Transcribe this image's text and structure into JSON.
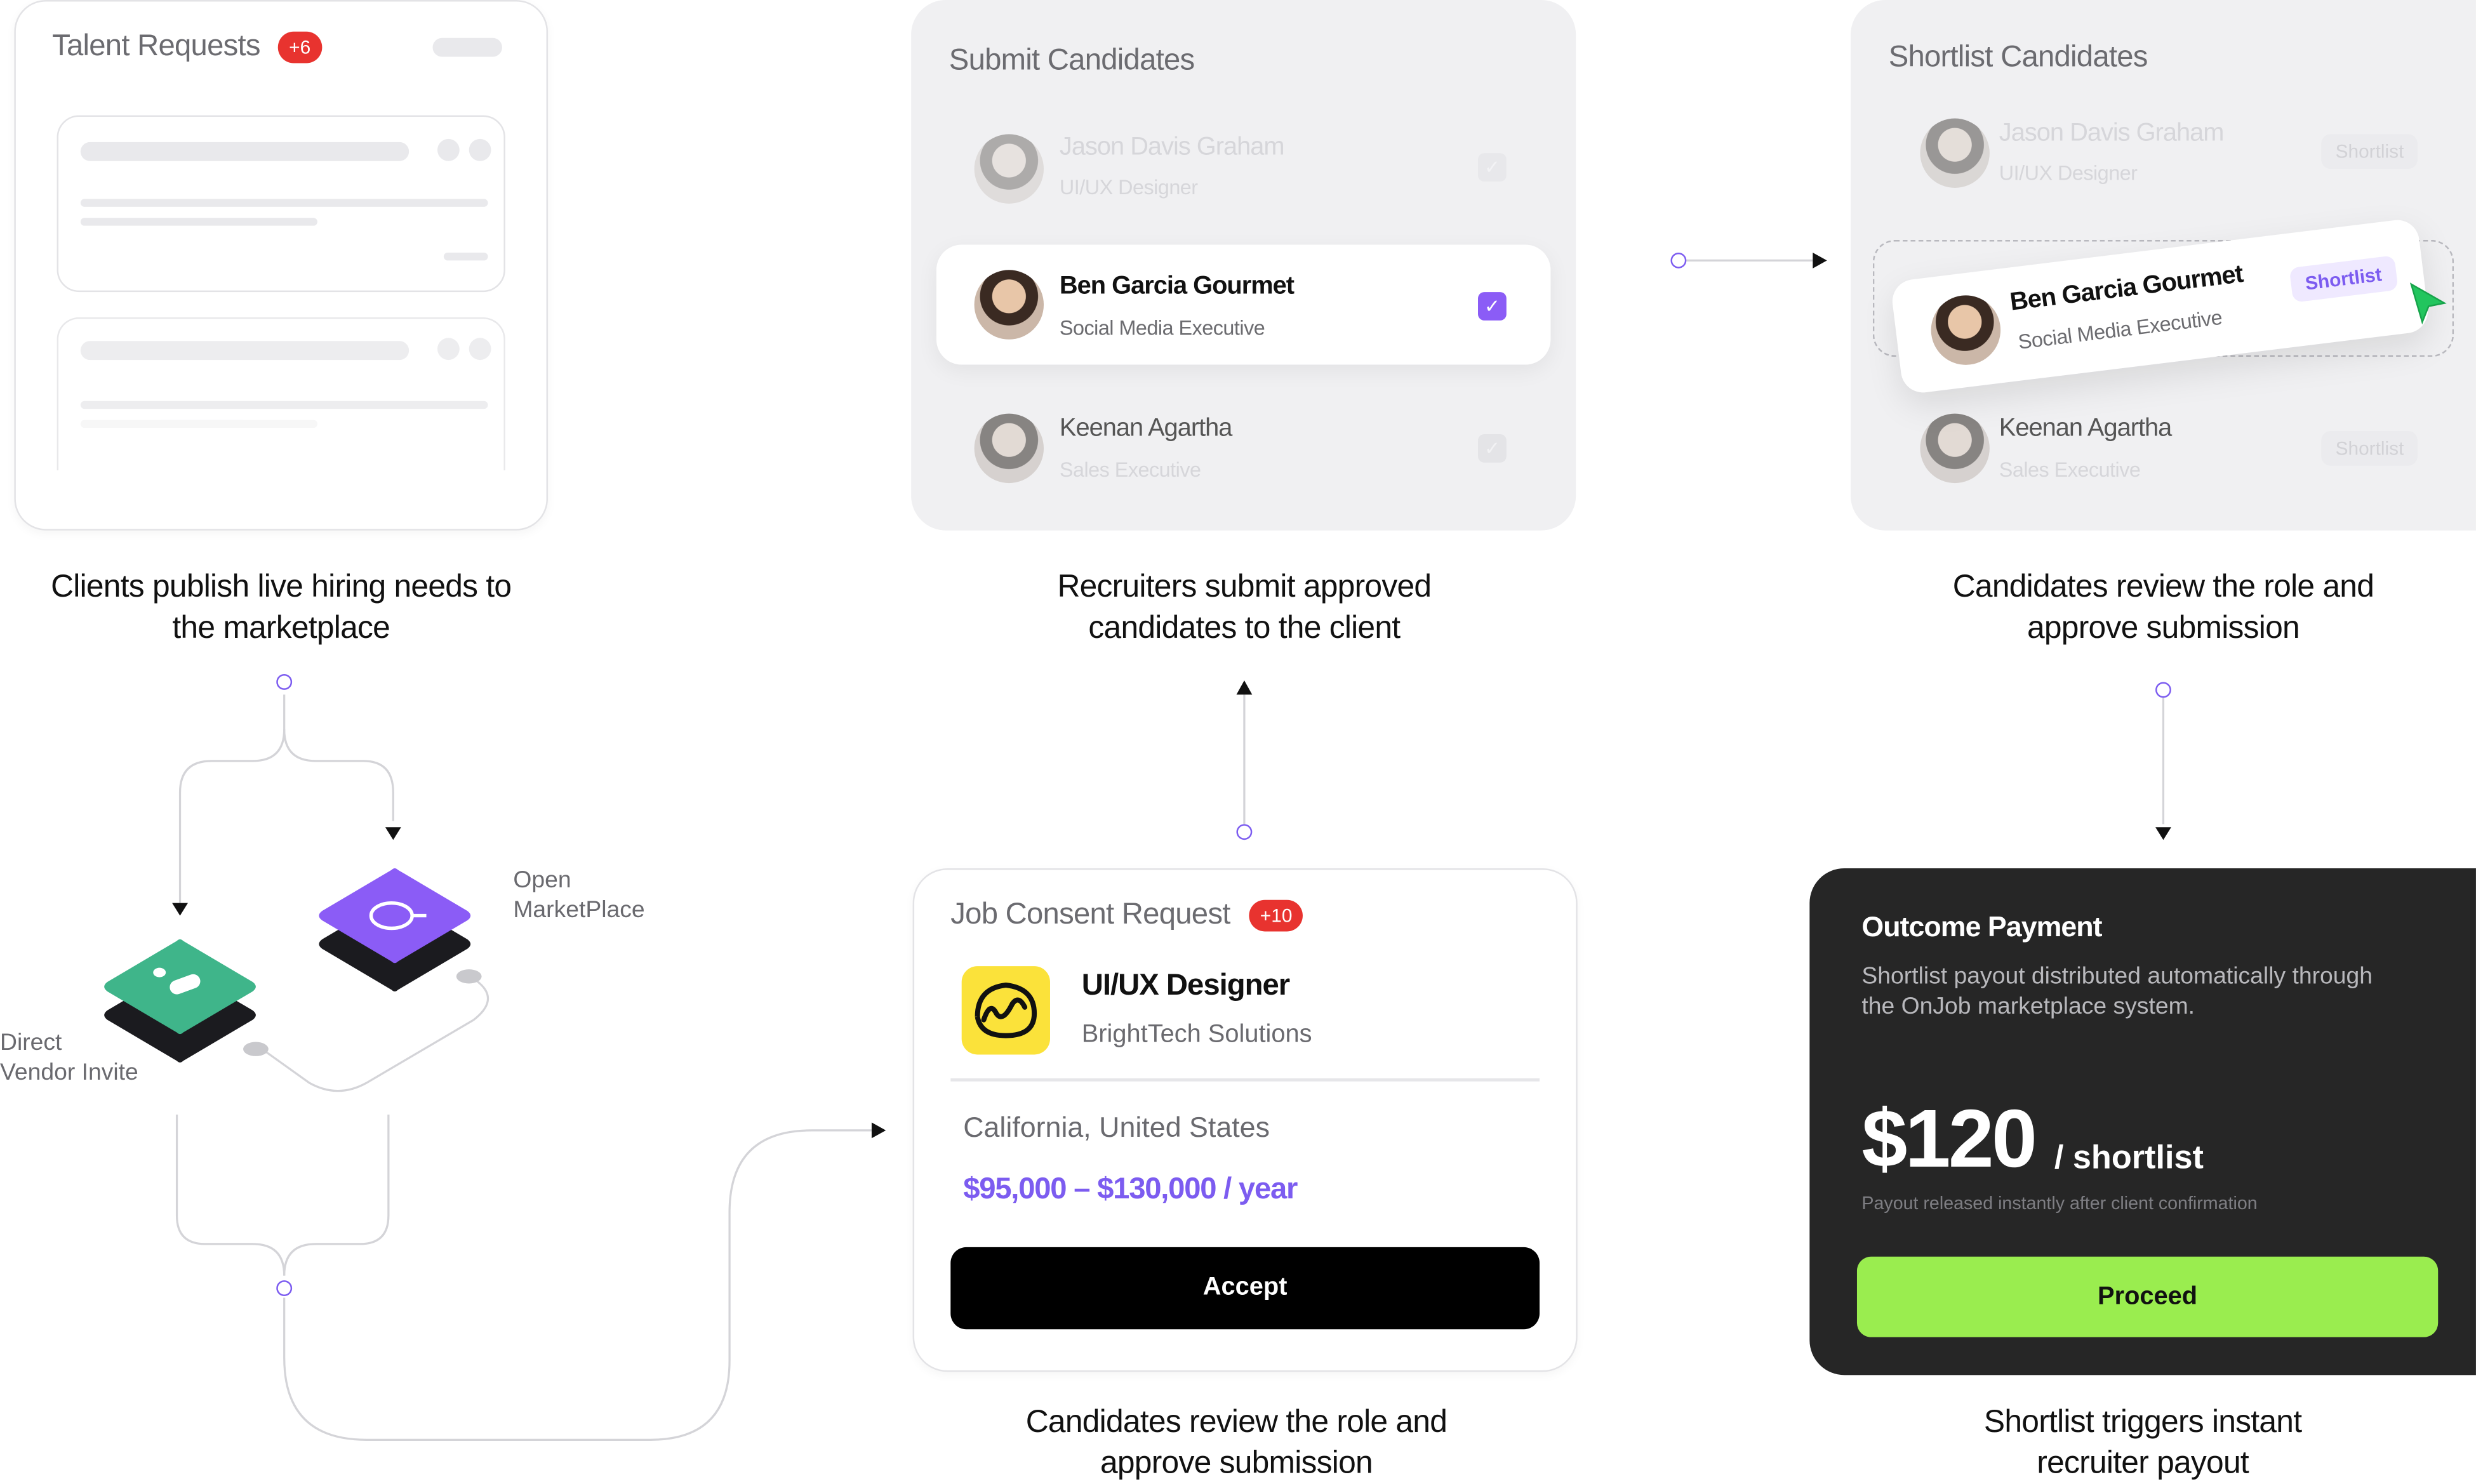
{
  "talent_requests": {
    "title": "Talent Requests",
    "badge": "+6",
    "caption_line1": "Clients publish live hiring needs to",
    "caption_line2": "the marketplace"
  },
  "submit_candidates": {
    "title": "Submit Candidates",
    "candidates": [
      {
        "name": "Jason Davis Graham",
        "role": "UI/UX Designer",
        "checked": false
      },
      {
        "name": "Ben Garcia Gourmet",
        "role": "Social Media Executive",
        "checked": true
      },
      {
        "name": "Keenan Agartha",
        "role": "Sales Executive",
        "checked": false
      }
    ],
    "check_mark": "✓",
    "caption_line1": "Recruiters submit approved",
    "caption_line2": "candidates to the client"
  },
  "shortlist_candidates": {
    "title": "Shortlist Candidates",
    "candidates": [
      {
        "name": "Jason Davis Graham",
        "role": "UI/UX Designer",
        "action": "Shortlist"
      },
      {
        "name": "Ben Garcia Gourmet",
        "role": "Social Media Executive",
        "action": "Shortlist"
      },
      {
        "name": "Keenan Agartha",
        "role": "Sales Executive",
        "action": "Shortlist"
      }
    ],
    "caption_line1": "Candidates review the role and",
    "caption_line2": "approve submission"
  },
  "channels": {
    "open": {
      "line1": "Open",
      "line2": "MarketPlace"
    },
    "direct": {
      "line1": "Direct",
      "line2": "Vendor Invite"
    }
  },
  "job_consent": {
    "title": "Job Consent Request",
    "badge": "+10",
    "job_title": "UI/UX Designer",
    "company": "BrightTech Solutions",
    "location": "California, United States",
    "salary": "$95,000 – $130,000 / year",
    "accept_label": "Accept",
    "caption_line1": "Candidates review the role and",
    "caption_line2": "approve submission"
  },
  "outcome_payment": {
    "title": "Outcome Payment",
    "description_line1": "Shortlist payout distributed automatically through",
    "description_line2": "the OnJob marketplace system.",
    "amount": "$120",
    "unit": "/ shortlist",
    "note": "Payout released instantly after client confirmation",
    "proceed_label": "Proceed",
    "caption_line1": "Shortlist triggers instant",
    "caption_line2": "recruiter payout"
  },
  "colors": {
    "accent_purple": "#7c5cf0",
    "badge_red": "#e8332f",
    "proceed_green": "#9aed4f",
    "dark_card": "#262626",
    "teal_tile": "#3fb58a"
  }
}
